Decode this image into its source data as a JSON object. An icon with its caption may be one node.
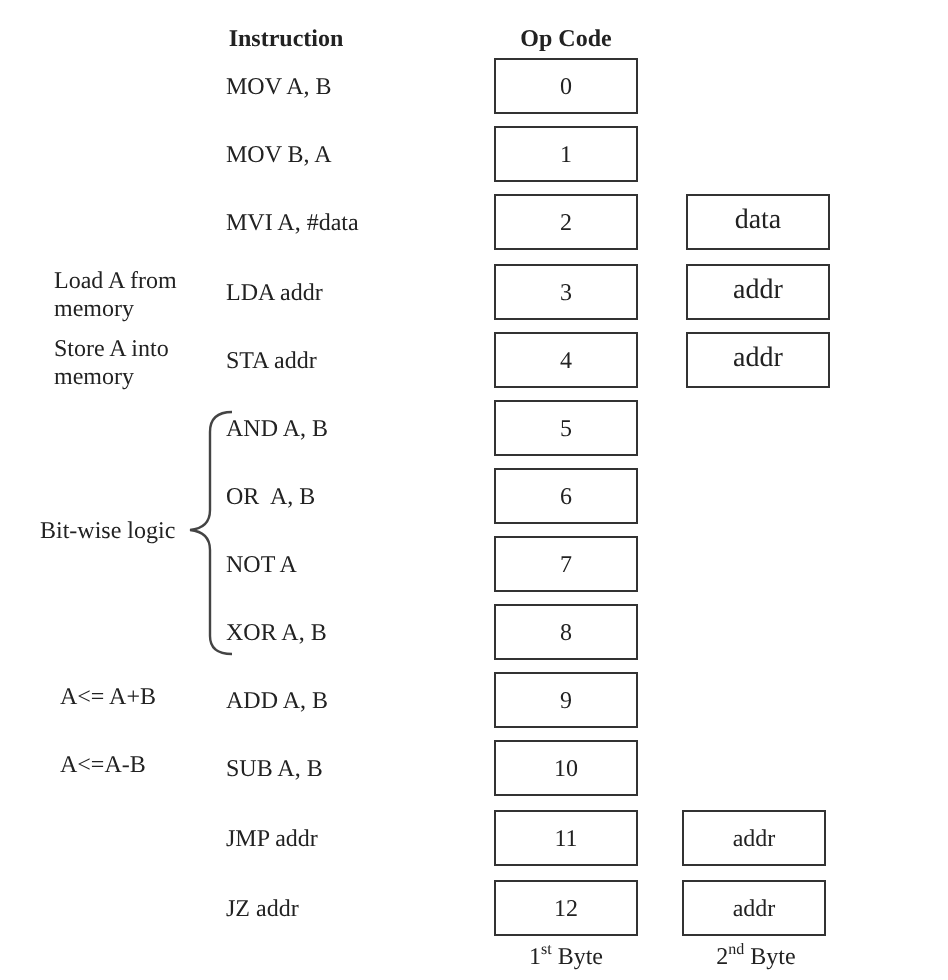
{
  "diagram": {
    "nodes": [
      {
        "text": [
          "0"
        ]
      },
      {
        "text": [
          "1"
        ]
      },
      {
        "text": [
          "2"
        ]
      },
      {
        "text": [
          "data"
        ]
      },
      {
        "text": [
          "3"
        ]
      },
      {
        "text": [
          "addr"
        ]
      },
      {
        "text": [
          "4"
        ]
      },
      {
        "text": [
          "addr"
        ]
      },
      {
        "text": [
          "5"
        ]
      },
      {
        "text": [
          "6"
        ]
      },
      {
        "text": [
          "7"
        ]
      },
      {
        "text": [
          "8"
        ]
      },
      {
        "text": [
          "9"
        ]
      },
      {
        "text": [
          "10"
        ]
      },
      {
        "text": [
          "11"
        ]
      },
      {
        "text": [
          "addr"
        ]
      },
      {
        "text": [
          "12"
        ]
      },
      {
        "text": [
          "addr"
        ]
      }
    ],
    "labels": [
      "Instruction",
      "Op Code",
      "MOV A, B",
      "MOV B, A",
      "MVI A, #data",
      "Load A from memory",
      "LDA addr",
      "Store A into memory",
      "STA addr",
      "AND A, B",
      "OR  A, B",
      "Bit-wise logic",
      "NOT A",
      "XOR A, B",
      "A<= A+B",
      "ADD A, B",
      "A<=A-B",
      "SUB A, B",
      "JMP addr",
      "JZ addr",
      "1$^{st}$ Byte",
      "2$^{nd}$ Byte"
    ]
  }
}
